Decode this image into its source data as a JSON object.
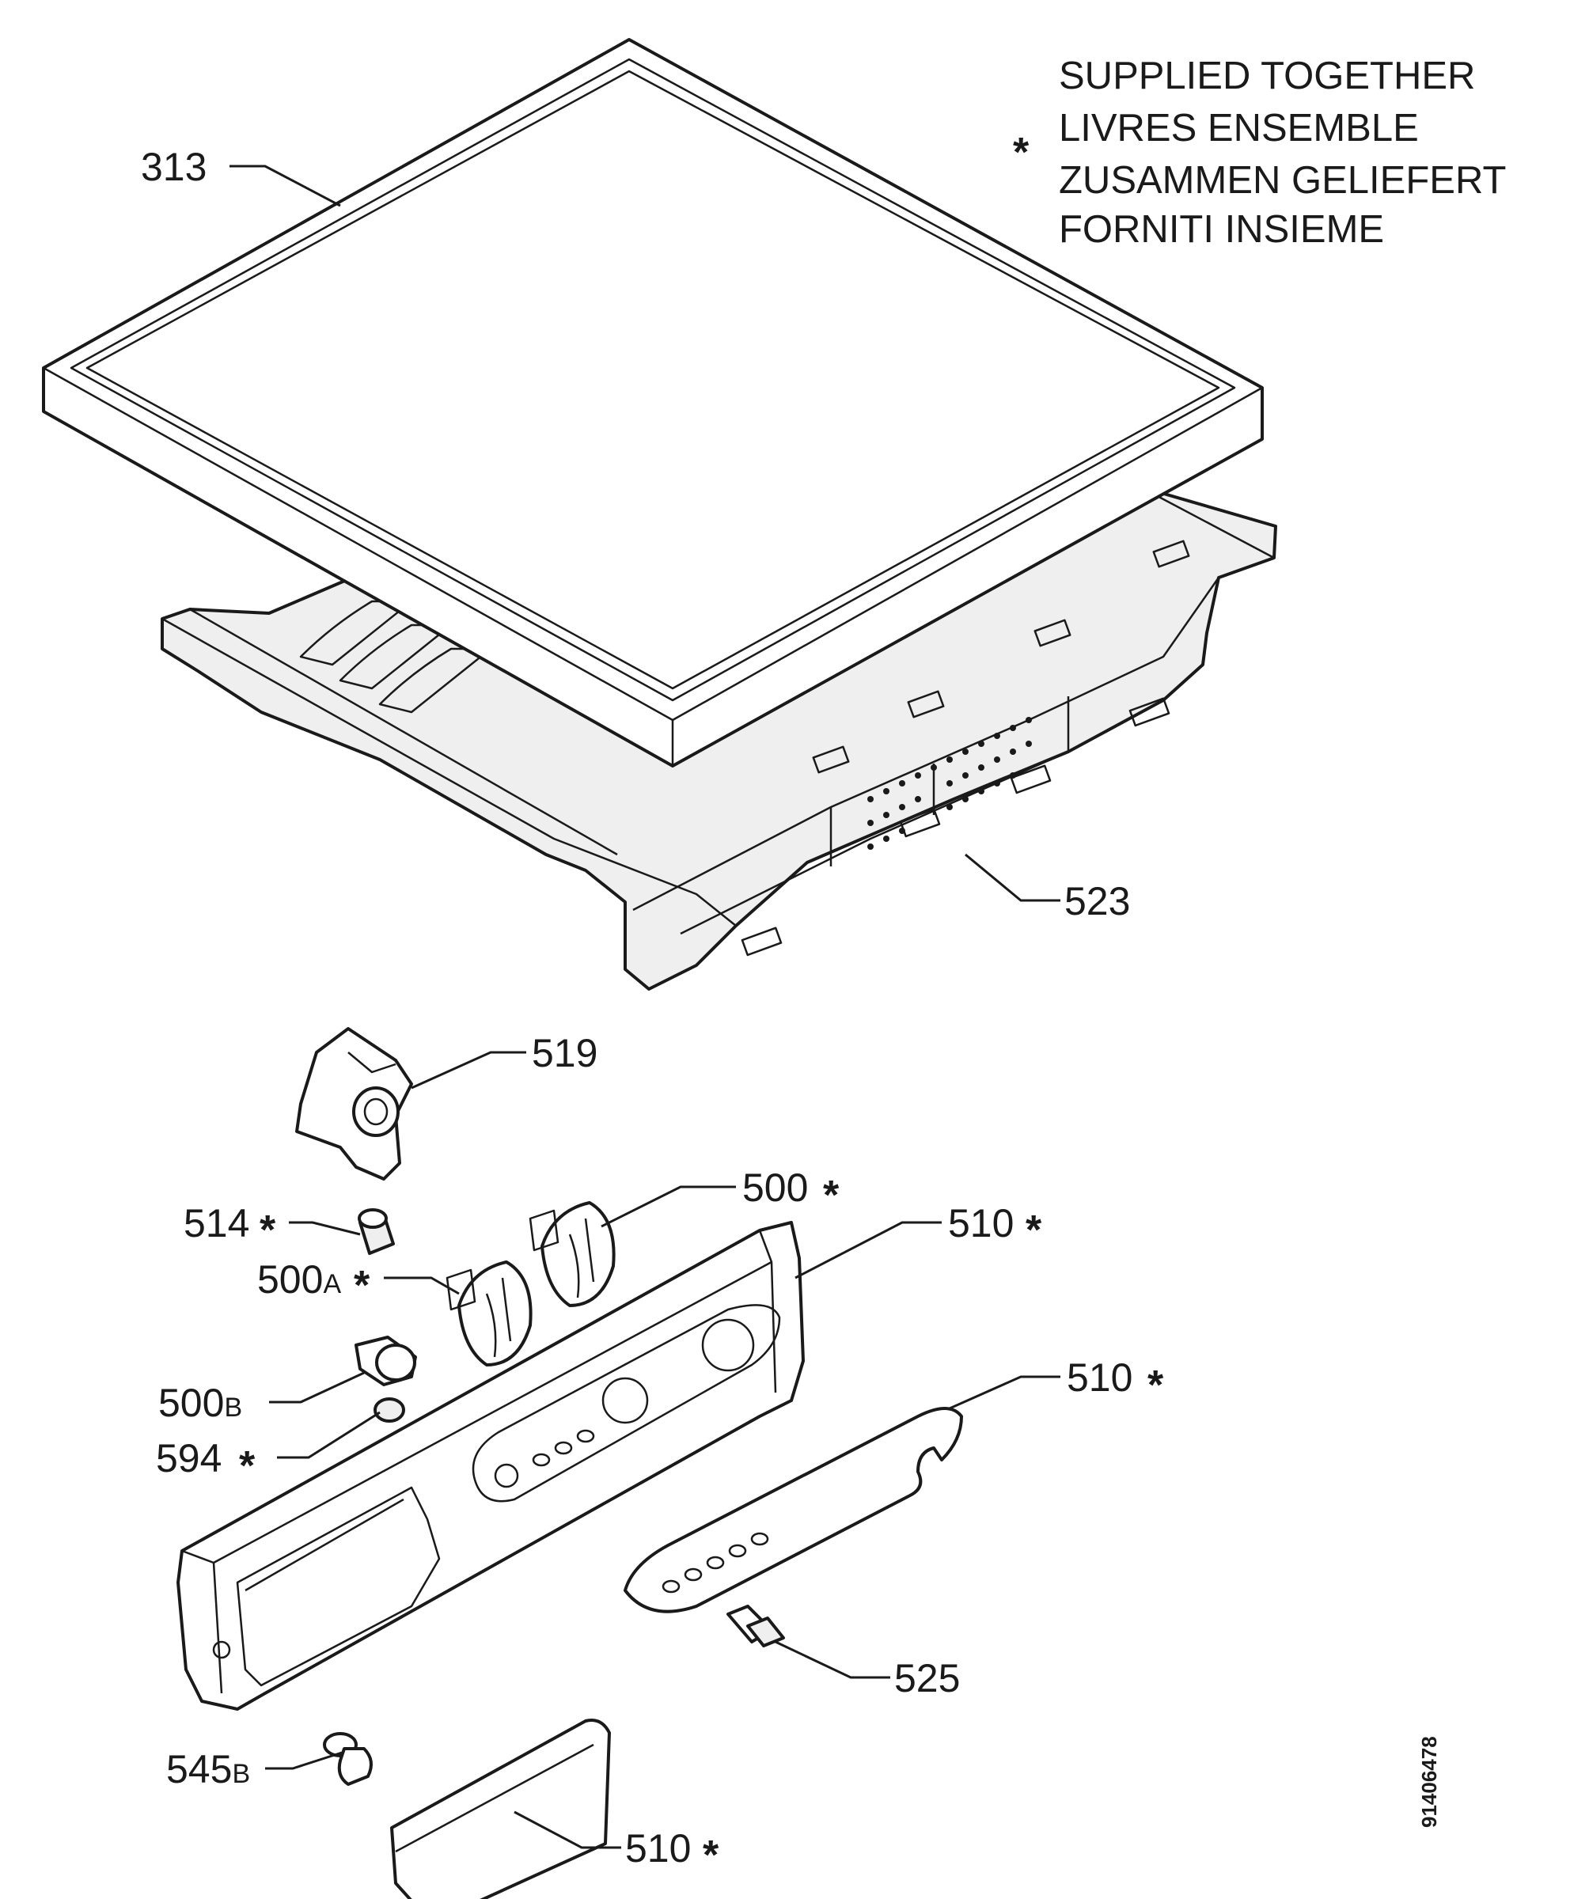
{
  "legend": {
    "symbol": "*",
    "lines": [
      "SUPPLIED TOGETHER",
      "LIVRES ENSEMBLE",
      "ZUSAMMEN GELIEFERT",
      "FORNITI INSIEME"
    ]
  },
  "callouts": {
    "c313": {
      "num": "313",
      "suffix": "",
      "ast": ""
    },
    "c523": {
      "num": "523",
      "suffix": "",
      "ast": ""
    },
    "c519": {
      "num": "519",
      "suffix": "",
      "ast": ""
    },
    "c500": {
      "num": "500",
      "suffix": "",
      "ast": "*"
    },
    "c514": {
      "num": "514",
      "suffix": "",
      "ast": "*"
    },
    "c510a": {
      "num": "510",
      "suffix": "",
      "ast": "*"
    },
    "c500a": {
      "num": "500",
      "suffix": "A",
      "ast": "*"
    },
    "c510b": {
      "num": "510",
      "suffix": "",
      "ast": "*"
    },
    "c500b": {
      "num": "500",
      "suffix": "B",
      "ast": ""
    },
    "c594": {
      "num": "594",
      "suffix": "",
      "ast": "*"
    },
    "c525": {
      "num": "525",
      "suffix": "",
      "ast": ""
    },
    "c545b": {
      "num": "545",
      "suffix": "B",
      "ast": ""
    },
    "c510c": {
      "num": "510",
      "suffix": "",
      "ast": "*"
    }
  },
  "drawing_ref": "91406478"
}
